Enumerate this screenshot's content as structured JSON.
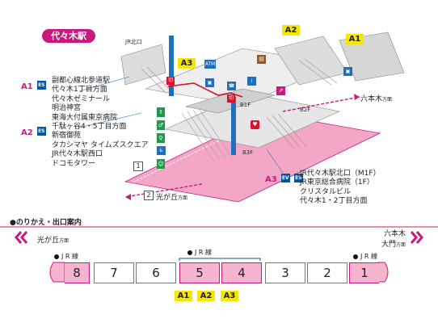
{
  "station_name": "代々木駅",
  "top_direction_labels": {
    "jr_north": "JR北口"
  },
  "exits": {
    "a1": {
      "badge": "A1",
      "label": "A1",
      "escalator_mark": "ES",
      "destinations": [
        "副都心線北参道駅",
        "代々木1丁目方面",
        "代々木ゼミナール",
        "明治神宮",
        "東海大付属東京病院"
      ]
    },
    "a2": {
      "badge": "A2",
      "label": "A2",
      "escalator_mark": "ES",
      "destinations": [
        "千駄ヶ谷4・5丁目方面",
        "新宿御苑",
        "タカシマヤ タイムズスクエア",
        "JR代々木駅西口",
        "ドコモタワー"
      ]
    },
    "a3": {
      "badge": "A3",
      "label": "A3",
      "ev_mark": "EV",
      "escalator_mark": "ES",
      "destinations": [
        "JR代々木駅北口（M1F）",
        "JR東京総合病院（1F）",
        "クリスタルビル",
        "代々木1・2丁目方面"
      ]
    }
  },
  "floors": {
    "b1": "B1F",
    "b2": "B2F",
    "b3": "B3F"
  },
  "facility_icons": {
    "atm": "ATM",
    "ticket_a": "切",
    "ticket_b": "切"
  },
  "platform_directions": {
    "roppongi": "六本木",
    "roppongi_suffix": "方面",
    "hikarigaoka": "光が丘",
    "hikarigaoka_suffix": "方面",
    "platform_1": "1",
    "platform_2": "2"
  },
  "transfer_guide": {
    "title": "●のりかえ・出口案内",
    "left_direction": "光が丘",
    "left_suffix": "方面",
    "right_direction_1": "六本木",
    "right_direction_2": "大門",
    "right_suffix": "方面",
    "jr_line_label": "J R 線",
    "cars": [
      "8",
      "7",
      "6",
      "5",
      "4",
      "3",
      "2",
      "1"
    ],
    "exit_badges": [
      "A1",
      "A2",
      "A3"
    ]
  },
  "colors": {
    "oedo_magenta": "#c8197f",
    "platform_pink": "#f4a6c6",
    "exit_yellow": "#f7e600",
    "elevator_blue": "#1f6fbf"
  }
}
